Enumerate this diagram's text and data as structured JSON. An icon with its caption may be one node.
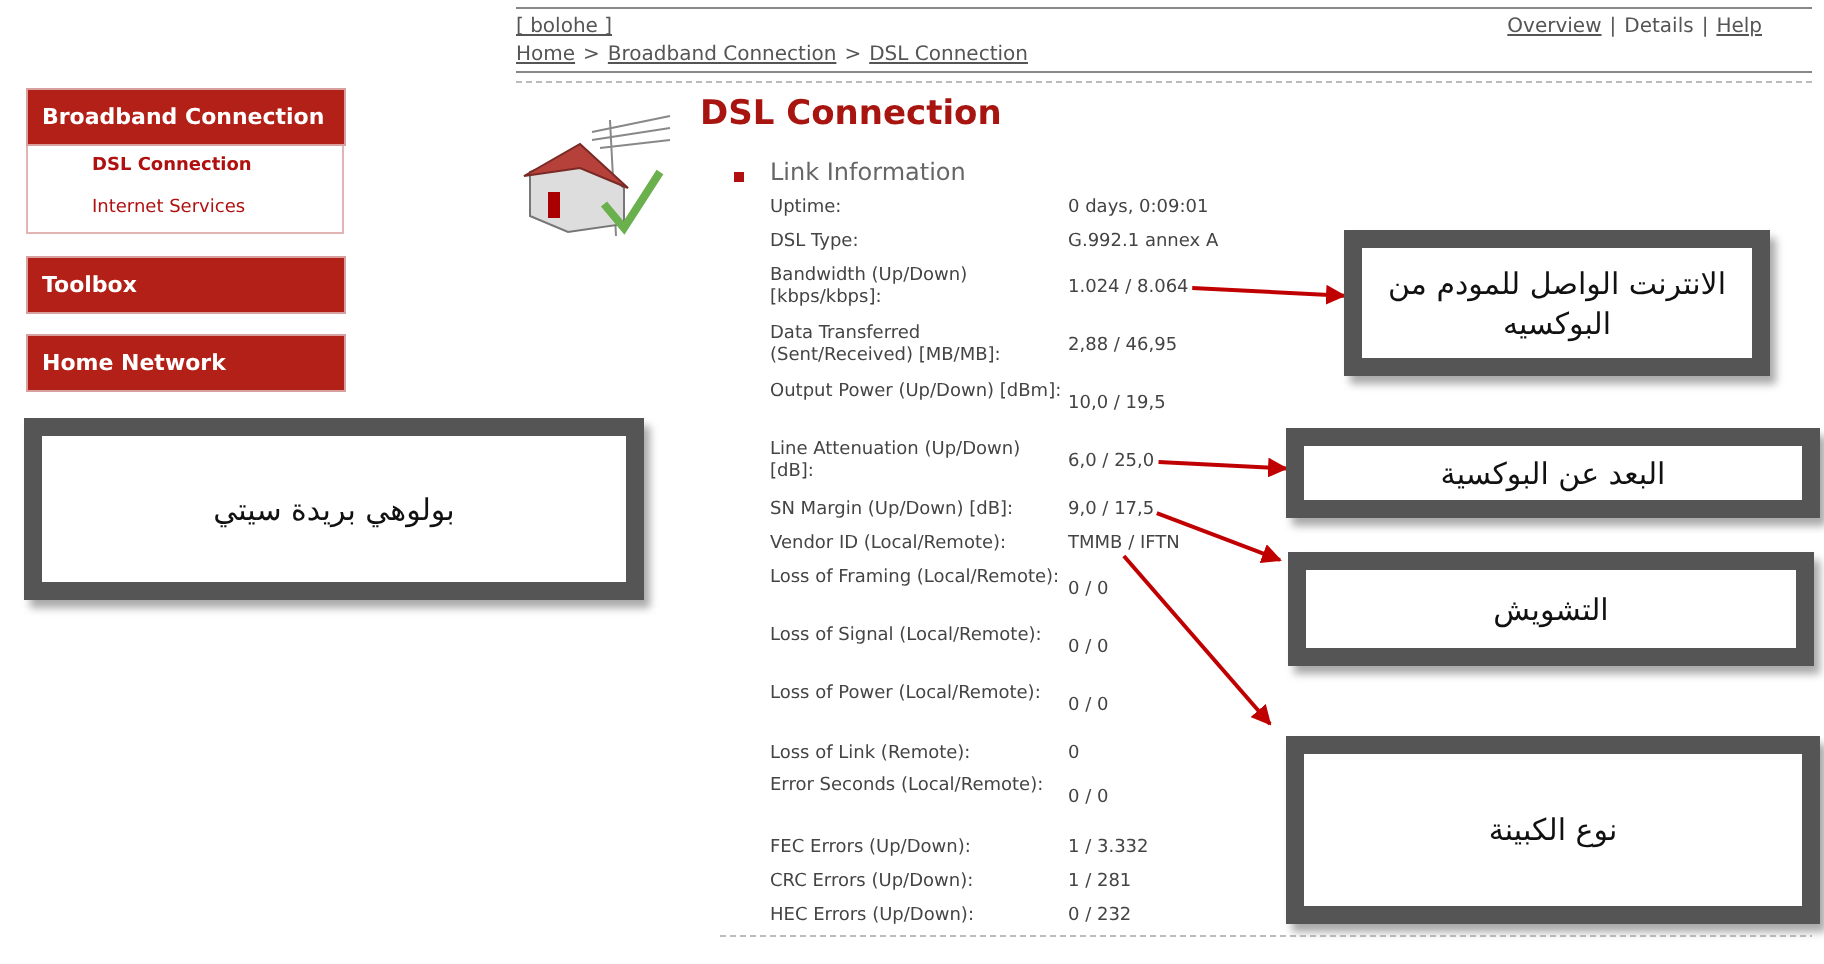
{
  "diagram": {
    "nodes": [
      {
        "text": [
          "بولوهي بريدة سيتي"
        ]
      },
      {
        "text": [
          "1.024 / 8.064"
        ]
      },
      {
        "text": [
          "6,0 / 25,0"
        ]
      },
      {
        "text": [
          "9,0 / 17,5"
        ]
      },
      {
        "text": [
          "TMMB / IFTN"
        ]
      },
      {
        "text": [
          "الانترنت الواصل للمودم من البوكسيه"
        ]
      },
      {
        "text": [
          "البعد عن البوكسية"
        ]
      },
      {
        "text": [
          "التشويش"
        ]
      },
      {
        "text": [
          "نوع الكبينة"
        ]
      }
    ],
    "edges": [
      {
        "from": 1,
        "to": 5,
        "arrow": "to"
      },
      {
        "from": 2,
        "to": 6,
        "arrow": "to"
      },
      {
        "from": 3,
        "to": 7,
        "arrow": "to"
      },
      {
        "from": 4,
        "to": 8,
        "arrow": "to"
      }
    ],
    "labels": [
      "[ bolohe ]",
      "Overview",
      "|",
      "Details",
      "|",
      "Help",
      "Home",
      ">",
      "Broadband Connection",
      ">",
      "DSL Connection",
      "Broadband Connection",
      "DSL Connection",
      "Internet Services",
      "Toolbox",
      "Home Network",
      "DSL Connection",
      "Link Information",
      "Uptime:",
      "0 days, 0:09:01",
      "DSL Type:",
      "G.992.1 annex A",
      "Bandwidth (Up/Down) [kbps/kbps]:",
      "Data Transferred (Sent/Received) [MB/MB]:",
      "2,88 / 46,95",
      "Output Power (Up/Down) [dBm]:",
      "10,0 / 19,5",
      "Line Attenuation (Up/Down) [dB]:",
      "SN Margin (Up/Down) [dB]:",
      "Vendor ID (Local/Remote):",
      "Loss of Framing (Local/Remote):",
      "0 / 0",
      "Loss of Signal (Local/Remote):",
      "0 / 0",
      "Loss of Power (Local/Remote):",
      "0 / 0",
      "Loss of Link (Remote):",
      "0",
      "Error Seconds (Local/Remote):",
      "0 / 0",
      "FEC Errors (Up/Down):",
      "1 / 3.332",
      "CRC Errors (Up/Down):",
      "1 / 281",
      "HEC Errors (Up/Down):",
      "0 / 232"
    ]
  }
}
